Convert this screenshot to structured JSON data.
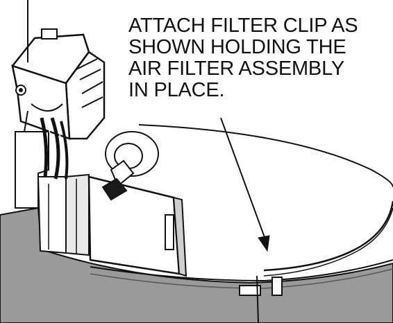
{
  "caption": {
    "lines": [
      "ATTACH FILTER CLIP AS",
      "SHOWN HOLDING THE",
      "AIR FILTER ASSEMBLY",
      "IN PLACE."
    ]
  },
  "colors": {
    "line": "#111111",
    "band": "#9a9a9a",
    "band_dark": "#7d7d7d",
    "panel": "#ffffff",
    "shadow": "#2a2a2a"
  }
}
